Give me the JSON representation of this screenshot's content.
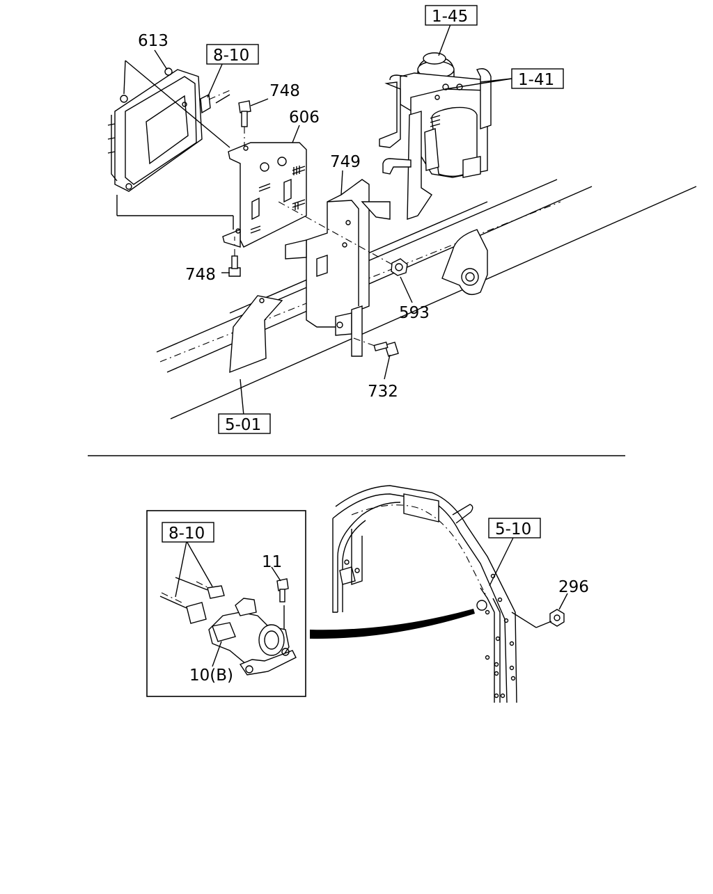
{
  "labels": {
    "l613": "613",
    "l748a": "748",
    "l606": "606",
    "l749": "749",
    "l748b": "748",
    "l593": "593",
    "l732": "732",
    "l11": "11",
    "l10b": "10(B)",
    "l296": "296"
  },
  "refs": {
    "r1_45": "1-45",
    "r1_41": "1-41",
    "r8_10a": "8-10",
    "r5_01": "5-01",
    "r8_10b": "8-10",
    "r5_10": "5-10"
  }
}
